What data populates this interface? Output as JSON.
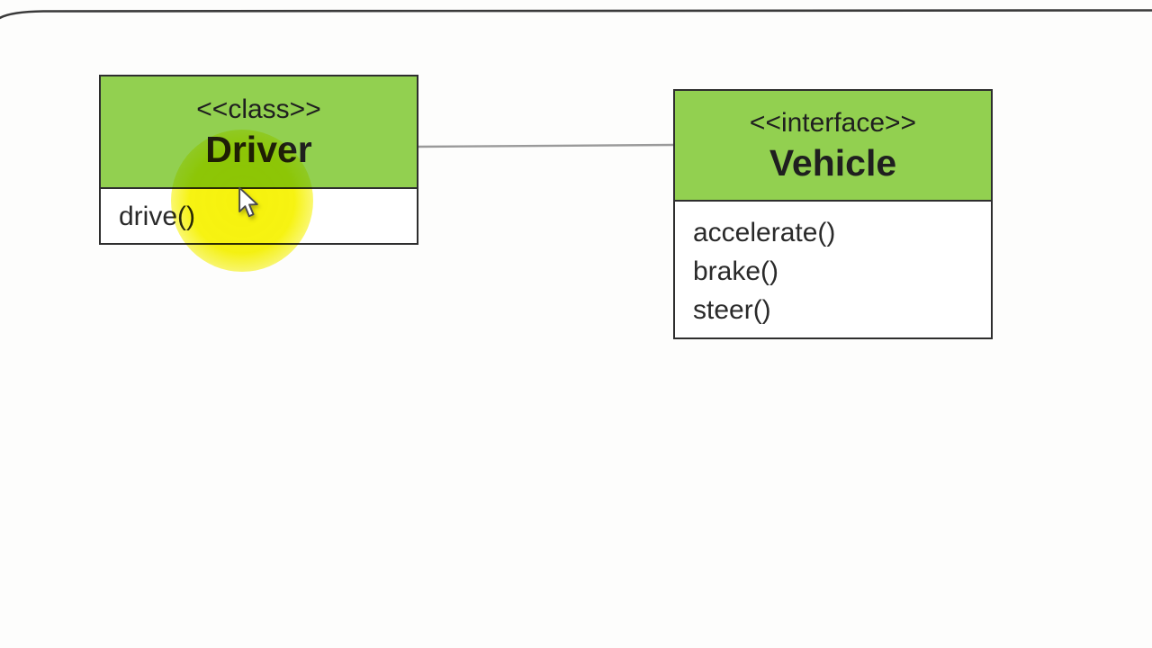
{
  "diagram": {
    "driver": {
      "stereotype": "<<class>>",
      "name": "Driver",
      "methods": [
        "drive()"
      ]
    },
    "vehicle": {
      "stereotype": "<<interface>>",
      "name": "Vehicle",
      "methods": [
        "accelerate()",
        "brake()",
        "steer()"
      ]
    },
    "relationship": "association-line",
    "colors": {
      "header_green": "#92d050",
      "box_border": "#2e2e2e",
      "connector_gray": "#9a9a9a",
      "frame_line": "#3a3a3a",
      "highlight_yellow": "#f6f205",
      "text": "#1f1f1f",
      "background": "#fdfdfc"
    }
  }
}
